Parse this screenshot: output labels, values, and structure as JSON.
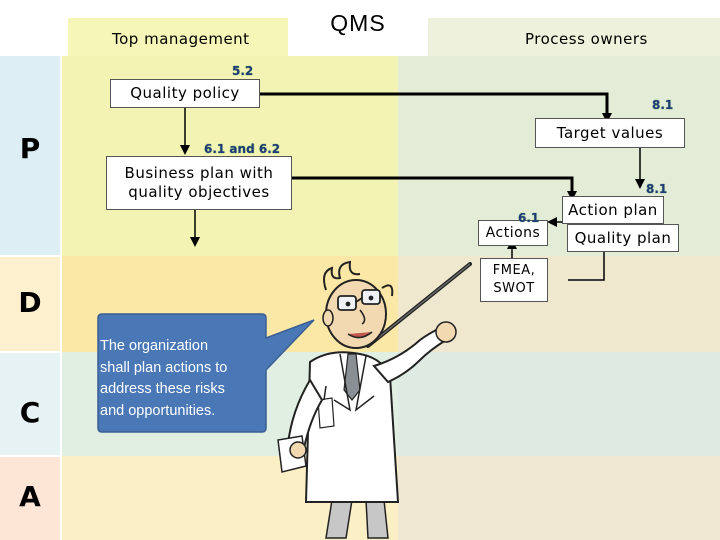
{
  "headers": {
    "top_management": "Top management",
    "qms": "QMS",
    "process_owners": "Process owners"
  },
  "phases": [
    "P",
    "D",
    "C",
    "A"
  ],
  "boxes": {
    "quality_policy": "Quality policy",
    "business_plan_line1": "Business plan with",
    "business_plan_line2": "quality objectives",
    "target_values": "Target values",
    "action_plan": "Action plan",
    "quality_plan": "Quality plan",
    "actions": "Actions",
    "fmea_line1": "FMEA,",
    "fmea_line2": "SWOT"
  },
  "refs": {
    "r52": "5.2",
    "r81a": "8.1",
    "r61_62": "6.1 and 6.2",
    "r81b": "8.1",
    "r61": "6.1"
  },
  "speech_bubble": {
    "line1": "The organization",
    "line2": "shall plan actions to",
    "line3": "address these risks",
    "line4": "and opportunities."
  },
  "colors": {
    "col_left": "#f7f5c4",
    "col_mid": "#f2f3a6",
    "col_right": "#eaf0d6",
    "plan_band_left": "#ddeef5",
    "do_band": "#fcecc4",
    "check_band": "#e4f1f1",
    "act_band": "#fde9d9",
    "bubble": "#4a78b7"
  }
}
